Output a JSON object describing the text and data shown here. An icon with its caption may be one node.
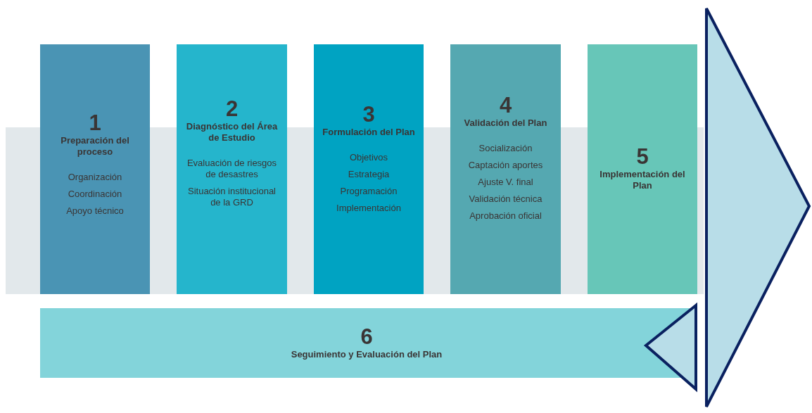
{
  "diagram": {
    "nodes": [
      {
        "text": [
          "1",
          "Preparación del proceso",
          "Organización",
          "Coordinación",
          "Apoyo técnico"
        ]
      },
      {
        "text": [
          "2",
          "Diagnóstico del Área de Estudio",
          "Evaluación de riesgos de desastres",
          "Situación institucional de la GRD"
        ]
      },
      {
        "text": [
          "3",
          "Formulación del Plan",
          "Objetivos",
          "Estrategia",
          "Programación",
          "Implementación"
        ]
      },
      {
        "text": [
          "4",
          "Validación del Plan",
          "Socialización",
          "Captación aportes",
          "Ajuste V. final",
          "Validación técnica",
          "Aprobación oficial"
        ]
      },
      {
        "text": [
          "5",
          "Implementación del Plan"
        ]
      },
      {
        "text": [
          "6",
          "Seguimiento y Evaluación del Plan"
        ]
      }
    ]
  }
}
